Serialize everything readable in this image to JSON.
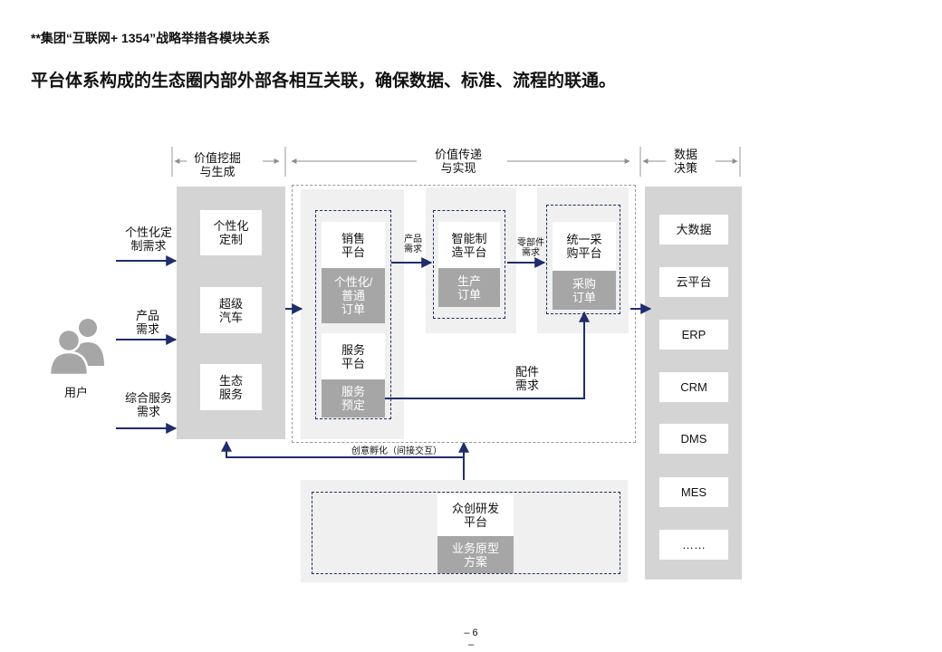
{
  "header": {
    "subtitle": "**集团“互联网+ 1354”战略举措各模块关系",
    "headline": "平台体系构成的生态圈内部外部各相互关联，确保数据、标准、流程的联通。"
  },
  "columns": {
    "value_mining": "价值挖掘\n与生成",
    "value_delivery": "价值传递\n与实现",
    "data_decision": "数据\n决策"
  },
  "user": {
    "label": "用户",
    "inputs": [
      "个性化定\n制需求",
      "产品\n需求",
      "综合服务\n需求"
    ]
  },
  "value_mining_items": [
    "个性化\n定制",
    "超级\n汽车",
    "生态\n服务"
  ],
  "sales": {
    "title": "销售\n平台",
    "order": "个性化/\n普通\n订单"
  },
  "service": {
    "title": "服务\n平台",
    "order": "服务\n预定"
  },
  "manufacturing": {
    "title": "智能制\n造平台",
    "order": "生产\n订单"
  },
  "procurement": {
    "title": "统一采\n购平台",
    "order": "采购\n订单"
  },
  "flows": {
    "product_demand": "产品\n需求",
    "parts_demand": "零部件\n需求",
    "accessory_demand": "配件\n需求",
    "incubation": "创意孵化（间接交互）"
  },
  "crowd": {
    "title": "众创研发\n平台",
    "order": "业务原型\n方案"
  },
  "data_items": [
    "大数据",
    "云平台",
    "ERP",
    "CRM",
    "DMS",
    "MES",
    "……"
  ],
  "footer": {
    "page": "– 6\n–"
  },
  "colors": {
    "navy": "#1f2d6b",
    "panel_gray": "#d4d4d4",
    "box_gray": "#a6a6a6"
  }
}
